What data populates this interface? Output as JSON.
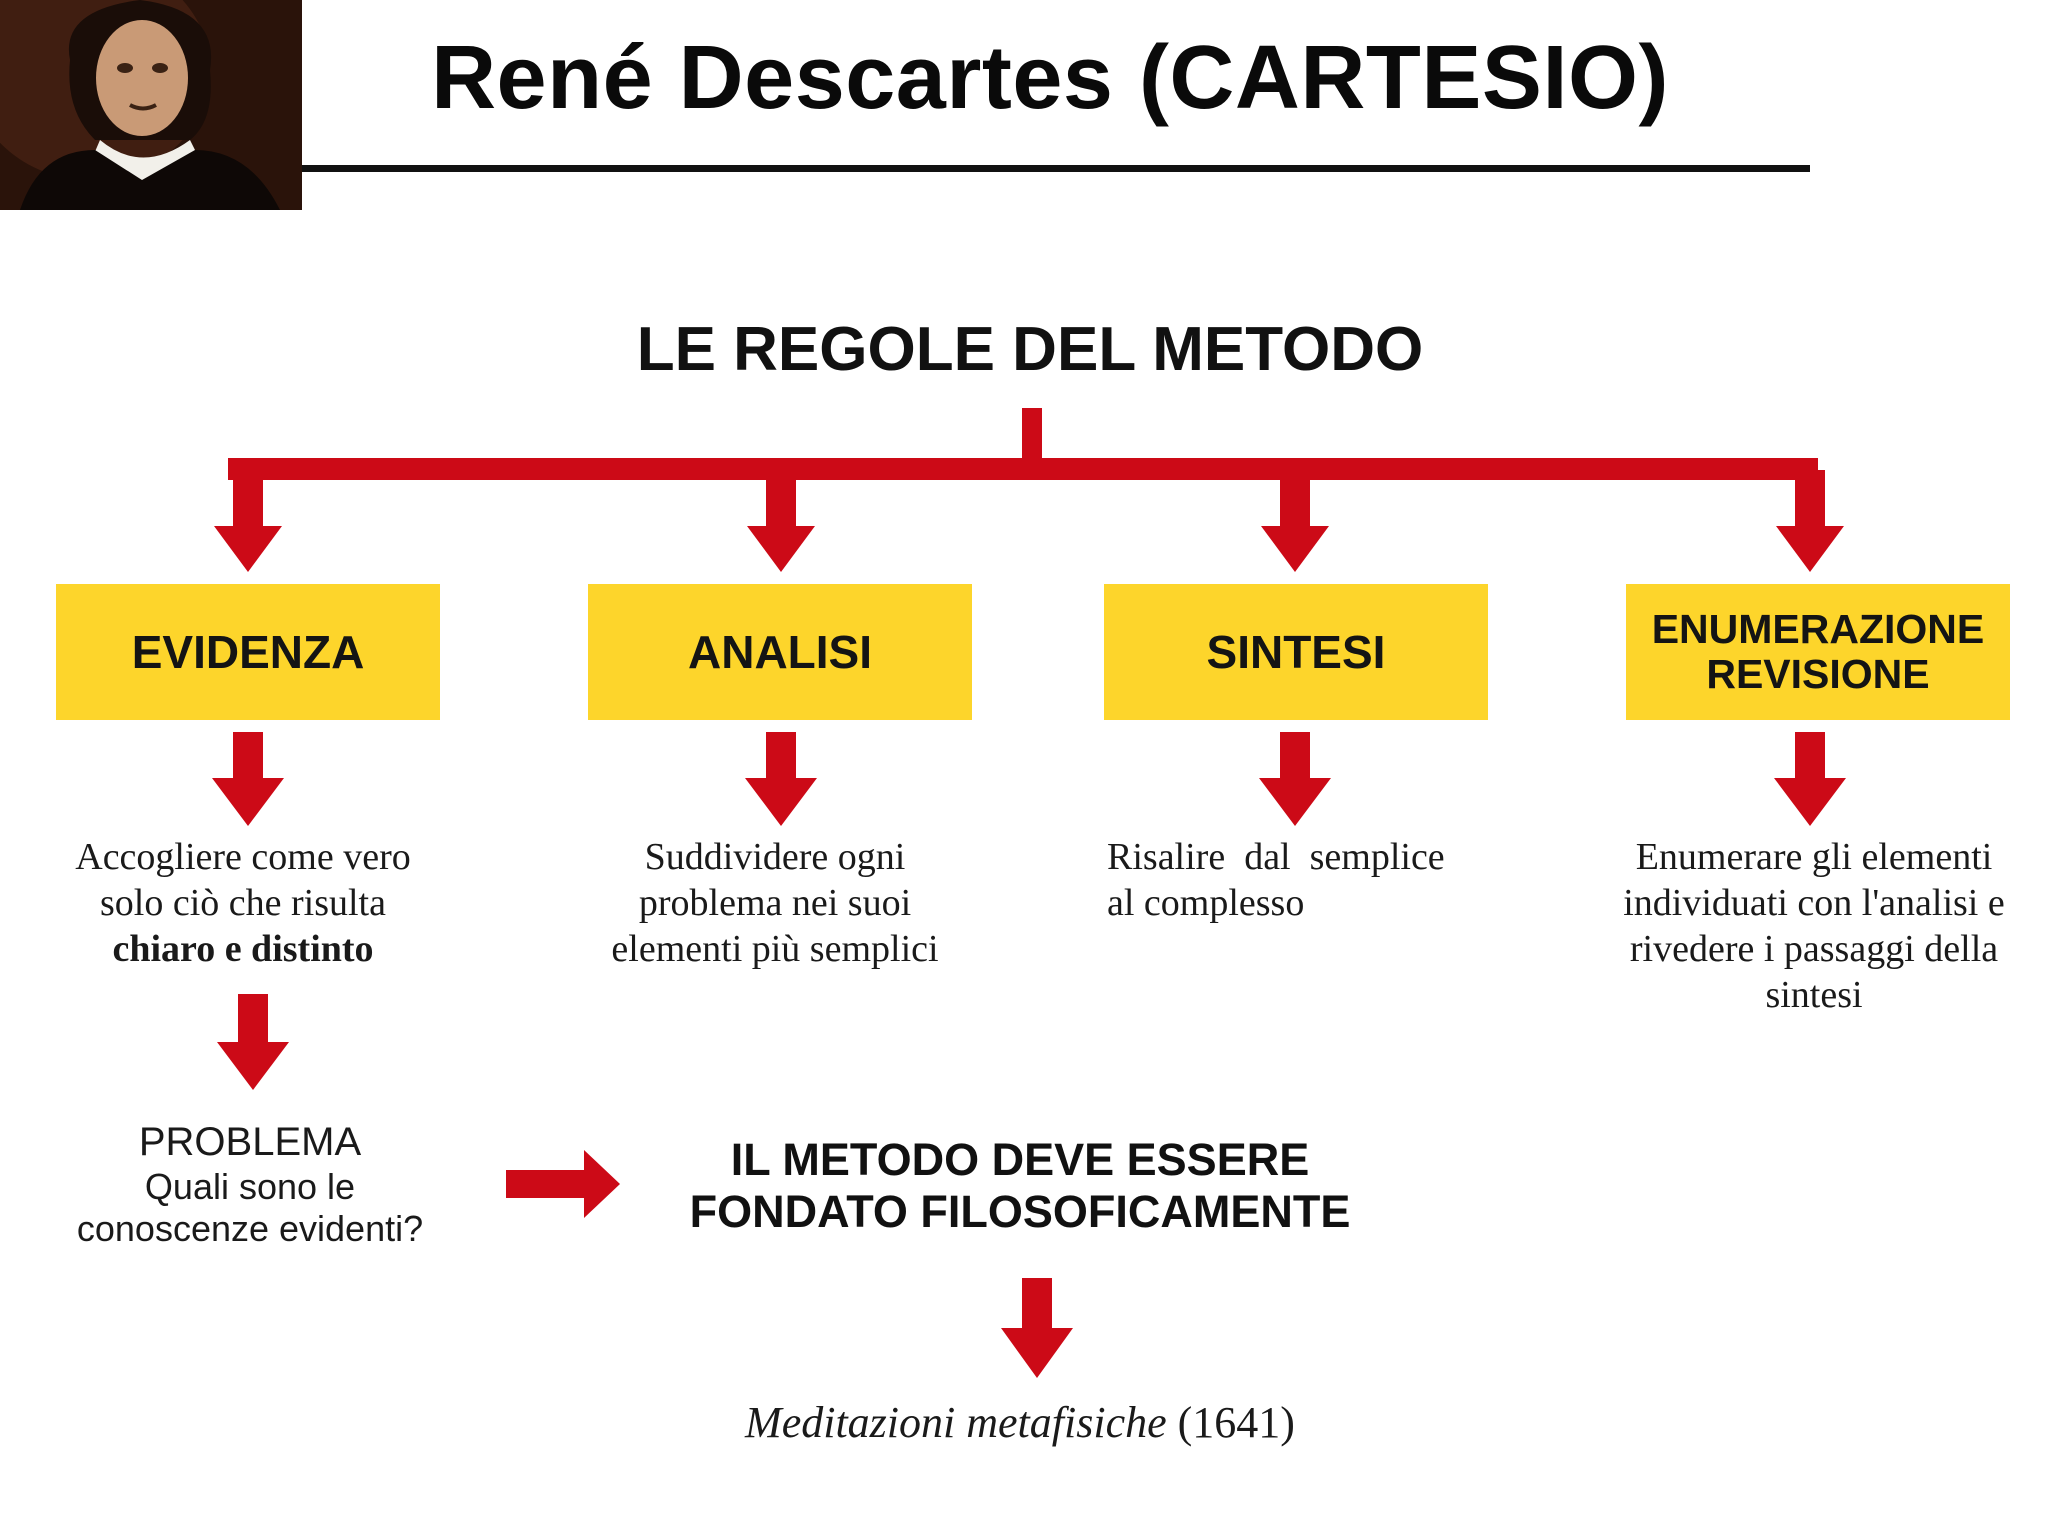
{
  "header": {
    "title": "René Descartes (CARTESIO)",
    "portrait": "portrait of René Descartes"
  },
  "diagram": {
    "title": "LE REGOLE DEL METODO",
    "rules": [
      {
        "label": "EVIDENZA",
        "description": [
          "Accogliere come vero",
          "solo ciò che risulta"
        ],
        "emphasis": "chiaro e distinto"
      },
      {
        "label": "ANALISI",
        "description": [
          "Suddividere ogni",
          "problema nei suoi",
          "elementi più semplici"
        ]
      },
      {
        "label": "SINTESI",
        "description": [
          "Risalire  dal  semplice",
          "al complesso"
        ]
      },
      {
        "label_lines": [
          "ENUMERAZIONE",
          "REVISIONE"
        ],
        "description": [
          "Enumerare gli elementi",
          "individuati con l'analisi e",
          "rivedere i passaggi della",
          "sintesi"
        ]
      }
    ],
    "problem": {
      "heading": "PROBLEMA",
      "question_lines": [
        "Quali sono le",
        "conoscenze evidenti?"
      ]
    },
    "conclusion_lines": [
      "IL METODO DEVE ESSERE",
      "FONDATO FILOSOFICAMENTE"
    ],
    "work": {
      "title": "Meditazioni metafisiche",
      "year": "(1641)"
    }
  },
  "colors": {
    "arrow": "#cc0a17",
    "box_fill": "#fdd52b",
    "title_rule": "#111111"
  }
}
